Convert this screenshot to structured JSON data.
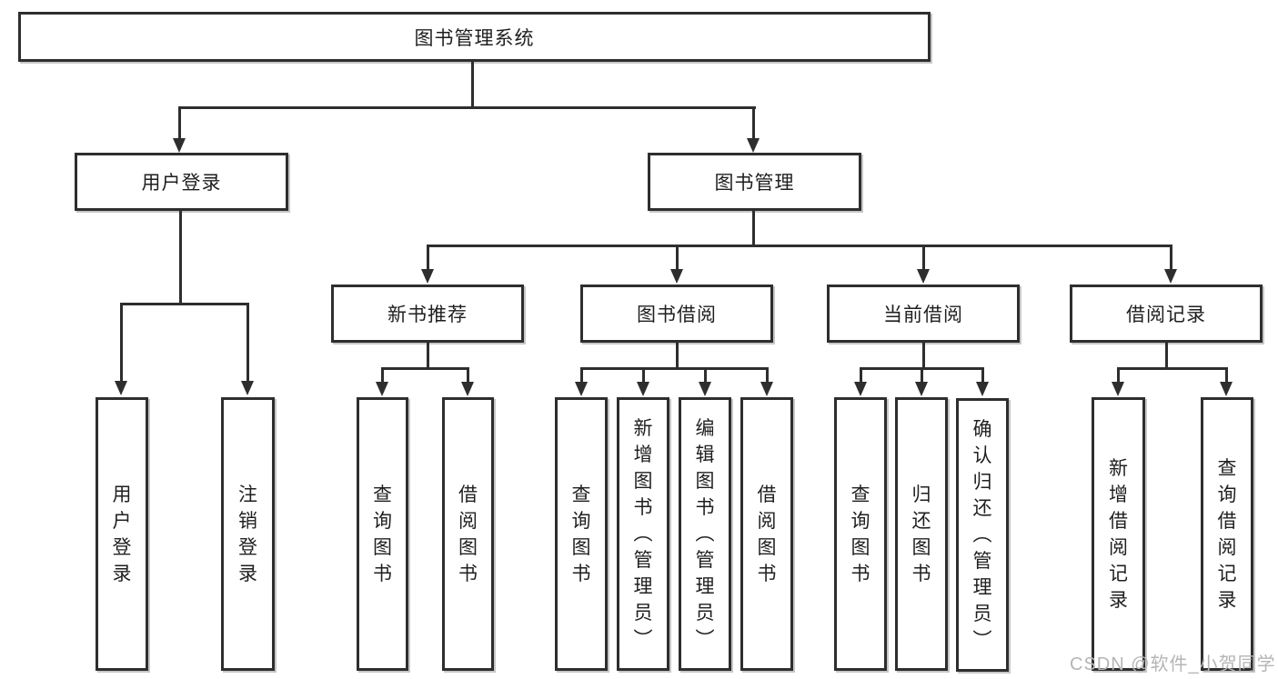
{
  "diagram": {
    "title_node": "图书管理系统",
    "colors": {
      "line": "#2e2e2e",
      "text": "#1f1f1f",
      "node_fill": "#ffffff",
      "background": "#ffffff",
      "watermark": "#b5b5b5"
    },
    "tree": {
      "root": {
        "label": "图书管理系统"
      },
      "branches": [
        {
          "label": "用户登录",
          "children": [
            {
              "label": "用户登录"
            },
            {
              "label": "注销登录"
            }
          ]
        },
        {
          "label": "图书管理",
          "groups": [
            {
              "label": "新书推荐",
              "children": [
                {
                  "label": "查询图书"
                },
                {
                  "label": "借阅图书"
                }
              ]
            },
            {
              "label": "图书借阅",
              "children": [
                {
                  "label": "查询图书"
                },
                {
                  "label": "新增图书（管理员）"
                },
                {
                  "label": "编辑图书（管理员）"
                },
                {
                  "label": "借阅图书"
                }
              ]
            },
            {
              "label": "当前借阅",
              "children": [
                {
                  "label": "查询图书"
                },
                {
                  "label": "归还图书"
                },
                {
                  "label": "确认归还（管理员）"
                }
              ]
            },
            {
              "label": "借阅记录",
              "children": [
                {
                  "label": "新增借阅记录"
                },
                {
                  "label": "查询借阅记录"
                }
              ]
            }
          ]
        }
      ]
    },
    "watermark": {
      "text": "CSDN @软件_小贺同学"
    }
  }
}
